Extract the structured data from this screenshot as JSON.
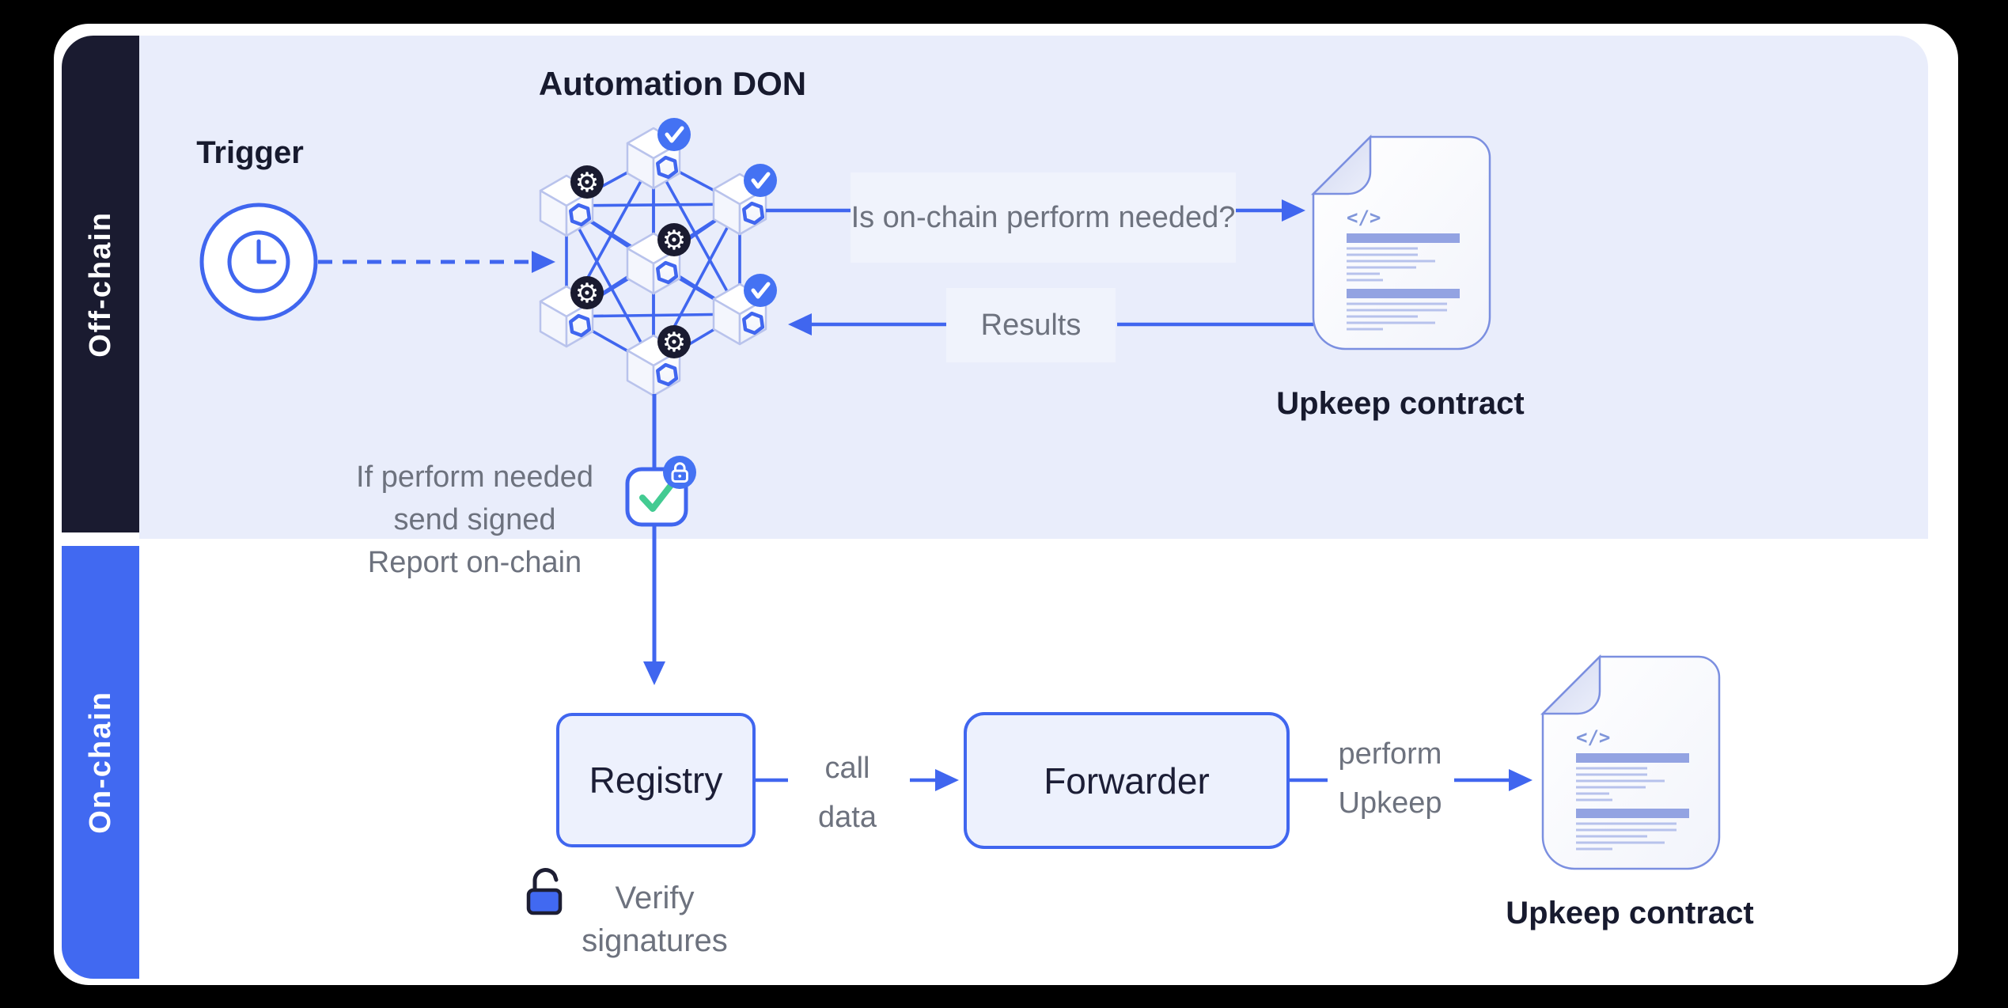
{
  "panels": {
    "offchain_label": "Off-chain",
    "onchain_label": "On-chain"
  },
  "don": {
    "title": "Automation DON",
    "node_count": 7
  },
  "trigger": {
    "label": "Trigger"
  },
  "flow": {
    "question": "Is on-chain perform needed?",
    "results": "Results",
    "report_note": "If perform needed send signed Report on-chain",
    "call_data": "call data",
    "perform_upkeep": "perform Upkeep",
    "verify_signatures": "Verify signatures"
  },
  "boxes": {
    "registry": "Registry",
    "forwarder": "Forwarder"
  },
  "documents": {
    "top_label": "Upkeep contract",
    "bottom_label": "Upkeep contract"
  },
  "icons": {
    "gear": "⚙",
    "code": "</>"
  },
  "colors": {
    "accent_blue": "#4066EF",
    "sidebar_blue": "#4169F1",
    "badge_blue": "#4472F3",
    "dark_navy": "#1A1B30",
    "panel_lavender": "#E9EDFB",
    "green_check": "#43CB92",
    "gray_text": "#6D727E"
  }
}
